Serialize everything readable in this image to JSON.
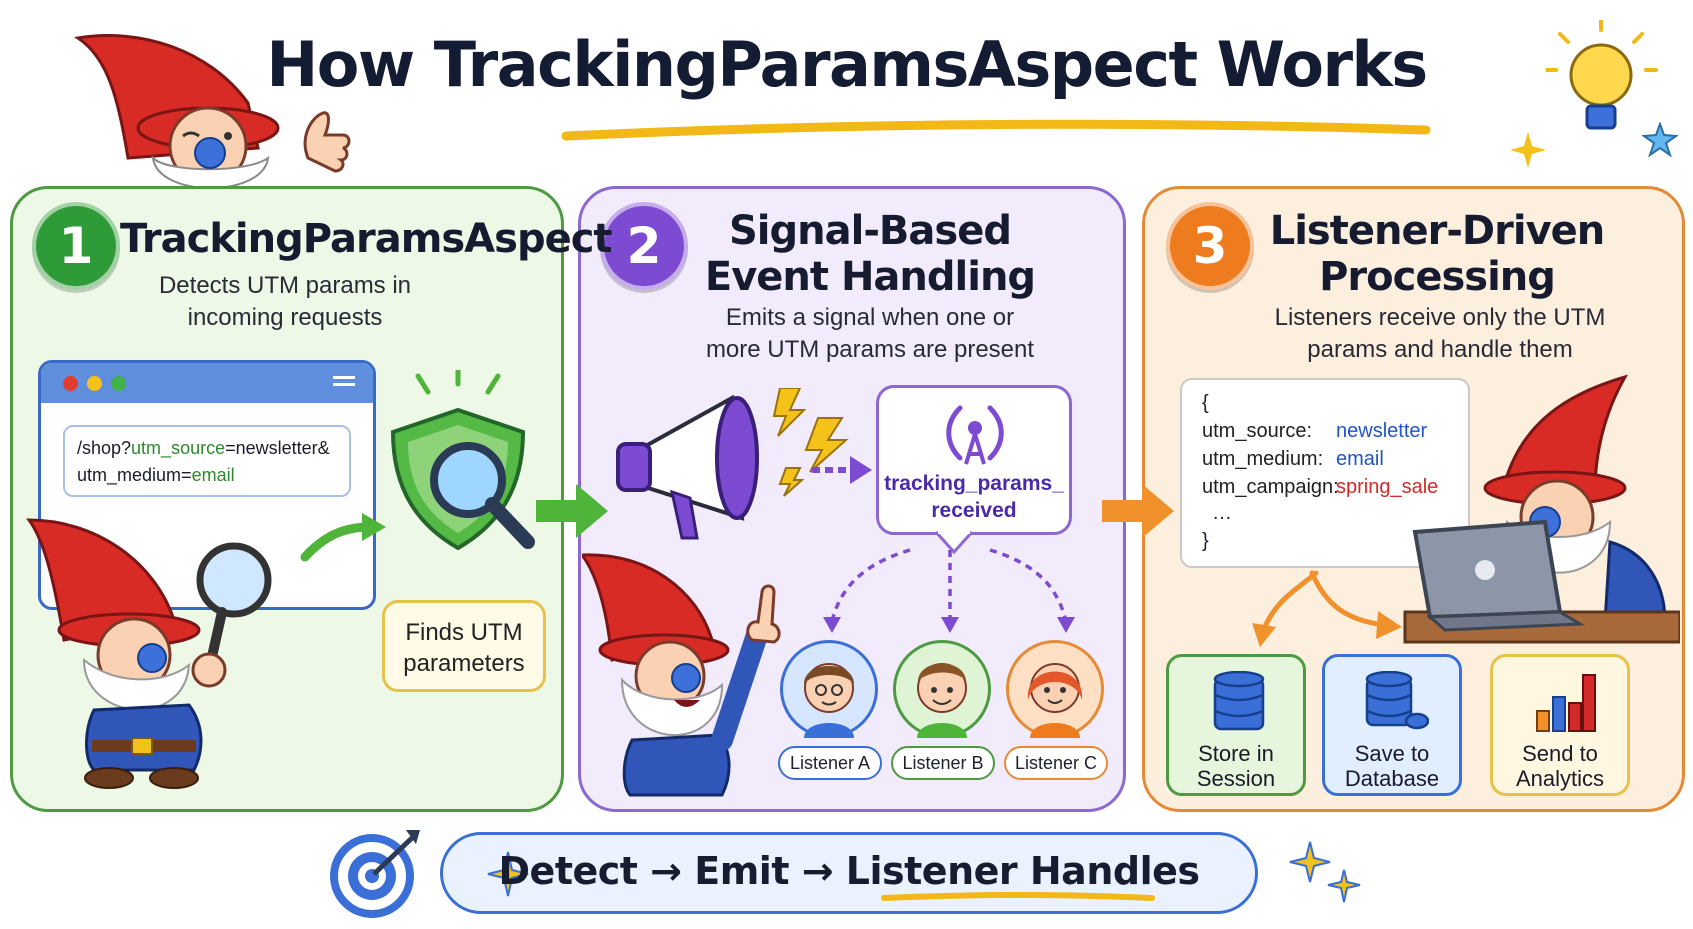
{
  "title": "How TrackingParamsAspect Works",
  "steps": [
    {
      "number": "1",
      "title": "TrackingParamsAspect",
      "description": [
        "Detects UTM params in",
        "incoming requests"
      ],
      "url_parts": [
        "/shop?",
        "utm_source",
        "=newsletter&",
        "utm_medium",
        "=",
        "email"
      ],
      "callout": [
        "Finds UTM",
        "parameters"
      ]
    },
    {
      "number": "2",
      "title": [
        "Signal-Based",
        "Event Handling"
      ],
      "description": [
        "Emits a signal when one or",
        "more UTM params are present"
      ],
      "signal_name": [
        "tracking_params_",
        "received"
      ],
      "listeners": [
        "Listener A",
        "Listener B",
        "Listener C"
      ]
    },
    {
      "number": "3",
      "title": [
        "Listener-Driven",
        "Processing"
      ],
      "description": [
        "Listeners receive only the UTM",
        "params and handle them"
      ],
      "code": {
        "open": "{",
        "rows": [
          {
            "key": "utm_source:",
            "value": "newsletter"
          },
          {
            "key": "utm_medium:",
            "value": "email"
          },
          {
            "key": "utm_campaign:",
            "value": "spring_sale"
          }
        ],
        "ellipsis": "…",
        "close": "}"
      },
      "actions": [
        {
          "label": [
            "Store in",
            "Session"
          ]
        },
        {
          "label": [
            "Save to",
            "Database"
          ]
        },
        {
          "label": [
            "Send to",
            "Analytics"
          ]
        }
      ]
    }
  ],
  "summary": "Detect → Emit → Listener Handles",
  "colors": {
    "green": "#2f9a38",
    "purple": "#7d4bd1",
    "orange": "#ef7b1f",
    "blue": "#3a6fd8",
    "code_value_blue": "#1f55c9",
    "code_value_red": "#d22a2a"
  },
  "icons": [
    "gnome-icon",
    "lightbulb-icon",
    "star-icon",
    "browser-icon",
    "shield-magnifier-icon",
    "megaphone-icon",
    "lightning-icon",
    "antenna-icon",
    "laptop-icon",
    "database-icon",
    "database-save-icon",
    "bar-chart-icon",
    "target-icon",
    "sparkle-icon"
  ]
}
